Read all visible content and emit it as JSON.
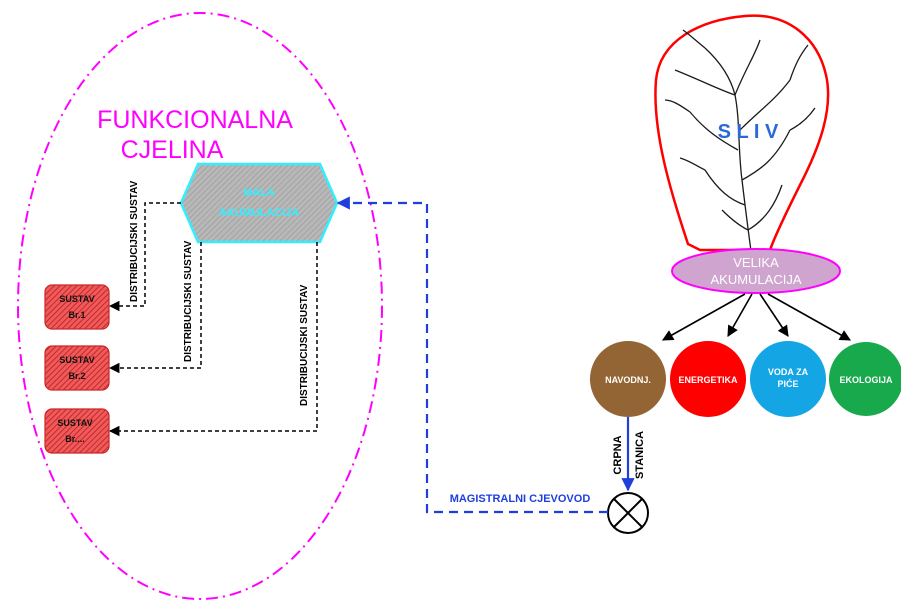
{
  "functional_unit": {
    "title_line1": "FUNKCIONALNA",
    "title_line2": "CJELINA"
  },
  "small_reservoir": {
    "line1": "MALA",
    "line2": "AKUMULACIJA"
  },
  "distribution_label": "DISTRIBUCIJSKI SUSTAV",
  "systems": [
    {
      "line1": "SUSTAV",
      "line2": "Br.1"
    },
    {
      "line1": "SUSTAV",
      "line2": "Br.2"
    },
    {
      "line1": "SUSTAV",
      "line2": "Br...."
    }
  ],
  "watershed": {
    "label": "S L I V"
  },
  "large_reservoir": {
    "line1": "VELIKA",
    "line2": "AKUMULACIJA"
  },
  "uses": [
    {
      "line1": "NAVODNJ.",
      "line2": "",
      "color": "#946534"
    },
    {
      "line1": "ENERGETIKA",
      "line2": "",
      "color": "#ff0000"
    },
    {
      "line1": "VODA ZA",
      "line2": "PIĆE",
      "color": "#14a5e5"
    },
    {
      "line1": "EKOLOGIJA",
      "line2": "",
      "color": "#19a94d"
    }
  ],
  "pump_station": {
    "line1": "CRPNA",
    "line2": "STANICA"
  },
  "main_pipeline": {
    "label": "MAGISTRALNI CJEVOVOD"
  },
  "colors": {
    "magenta": "#ff00ff",
    "cyan": "#33eeff",
    "hex_fill": "#b0b0b0",
    "system_fill": "#e53935",
    "watershed_outline": "#ff0000",
    "watershed_label": "#2a6ad8",
    "ellipse_fill": "#cfa5cf",
    "pipeline_blue": "#1f3fdc"
  }
}
